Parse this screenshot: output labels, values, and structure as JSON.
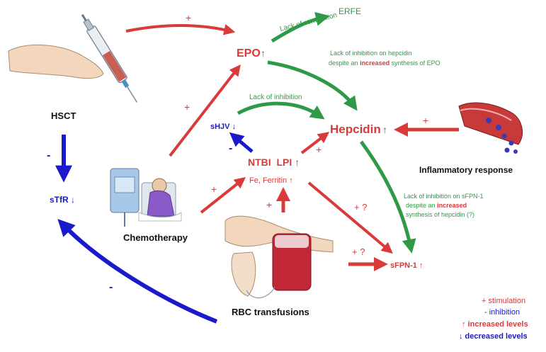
{
  "nodes": {
    "hsct": "HSCT",
    "stfr": "sTfR ↓",
    "chemo": "Chemotherapy",
    "rbc": "RBC transfusions",
    "epo": "EPO",
    "epo_arrow": "↑",
    "erfe": "ERFE",
    "hepcidin": "Hepcidin",
    "hepcidin_arrow": "↑",
    "shjv": "sHJV ↓",
    "ntbi": "NTBI  LPI ↑",
    "fe_ferritin": "Fe, Ferritin ↑",
    "inflammatory": "Inflammatory response",
    "sfpn": "sFPN-1 ↑"
  },
  "edge_labels": {
    "plus": "+",
    "minus": "-",
    "plus_q": "+ ?",
    "lack_stimulation": "Lack of stimulation",
    "lack_inhibition": "Lack of inhibition",
    "epo_note_line1": "Lack of inhibition on hepcidin",
    "epo_note_line2_pre": "despite an",
    "epo_note_line2_key": "increased",
    "epo_note_line2_post": "synthesis of EPO",
    "sfpn_note_line1": "Lack of inhibition on sFPN-1",
    "sfpn_note_line2_pre": "despite an",
    "sfpn_note_line2_key": "increased",
    "sfpn_note_line3": "synthesis of hepcidin (?)"
  },
  "legend": {
    "stimulation": "+ stimulation",
    "inhibition": "- inhibition",
    "increased": "↑ increased levels",
    "decreased": "↓ decreased levels"
  },
  "colors": {
    "red": "#d93a3a",
    "green": "#2e9a48",
    "blue": "#1a1acc",
    "dark": "#111111"
  },
  "icons": [
    "syringe-icon",
    "patient-chemotherapy-icon",
    "blood-bag-icon",
    "blood-vessel-icon"
  ]
}
